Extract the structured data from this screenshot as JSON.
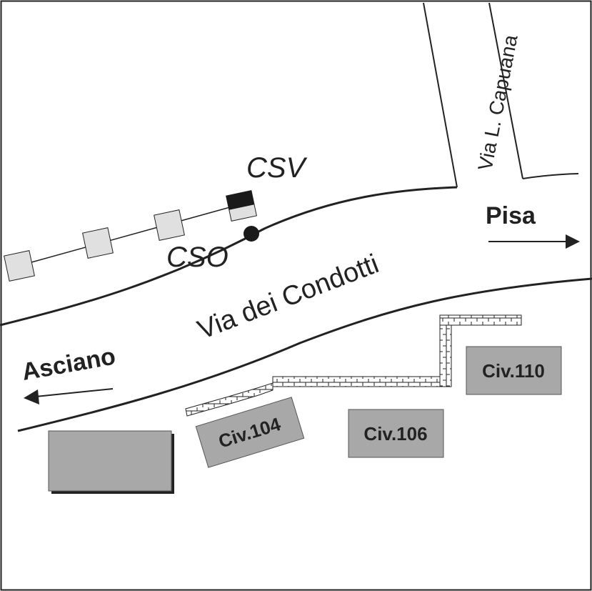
{
  "streets": {
    "main": "Via dei Condotti",
    "side": "Via L. Capuana"
  },
  "directions": {
    "east": "Pisa",
    "west": "Asciano"
  },
  "markers": {
    "csv": "CSV",
    "cso": "CSO"
  },
  "buildings": {
    "civ104": "Civ.104",
    "civ106": "Civ.106",
    "civ110": "Civ.110"
  },
  "colors": {
    "building_fill": "#a8a8a8",
    "sensor_fill": "#e0e0e0",
    "line": "#222222",
    "csv_fill": "#1a1a1a"
  }
}
